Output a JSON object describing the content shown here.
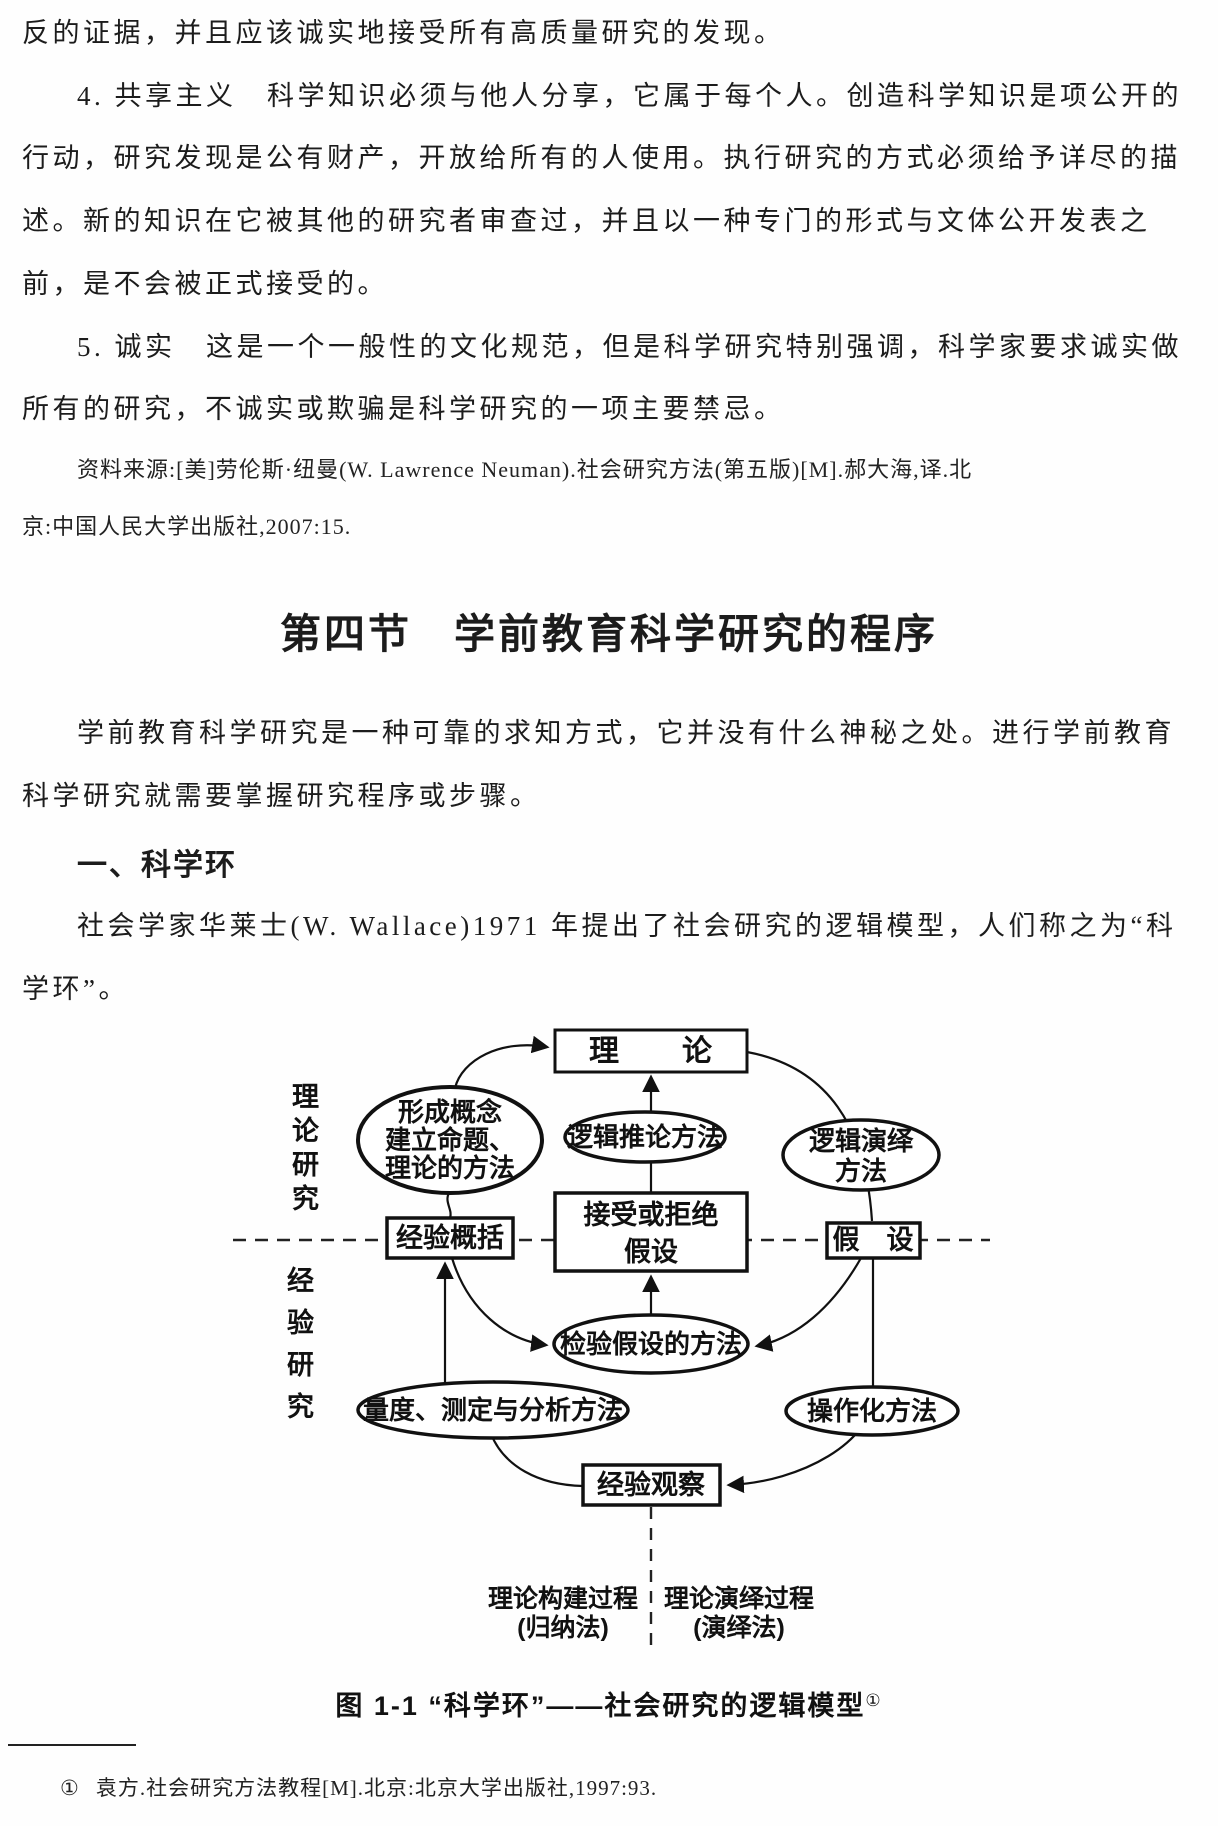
{
  "content": {
    "lines": [
      {
        "text": "反的证据，并且应该诚实地接受所有高质量研究的发现。"
      },
      {
        "text": "4. 共享主义　科学知识必须与他人分享，它属于每个人。创造科学知识是项公开的"
      },
      {
        "text": "行动，研究发现是公有财产，开放给所有的人使用。执行研究的方式必须给予详尽的描"
      },
      {
        "text": "述。新的知识在它被其他的研究者审查过，并且以一种专门的形式与文体公开发表之"
      },
      {
        "text": "前，是不会被正式接受的。"
      },
      {
        "text": "5. 诚实　这是一个一般性的文化规范，但是科学研究特别强调，科学家要求诚实做"
      },
      {
        "text": "所有的研究，不诚实或欺骗是科学研究的一项主要禁忌。"
      }
    ],
    "source_lines": [
      "资料来源:[美]劳伦斯·纽曼(W. Lawrence Neuman).社会研究方法(第五版)[M].郝大海,译.北",
      "京:中国人民大学出版社,2007:15."
    ],
    "section": {
      "number": "第四节",
      "title": "学前教育科学研究的程序"
    },
    "para2": [
      "学前教育科学研究是一种可靠的求知方式，它并没有什么神秘之处。进行学前教育",
      "科学研究就需要掌握研究程序或步骤。"
    ],
    "subsection": "一、科学环",
    "para3": [
      "社会学家华莱士(W. Wallace)1971 年提出了社会研究的逻辑模型，人们称之为“科",
      "学环”。"
    ]
  },
  "diagram": {
    "side_labels": {
      "theory": "理论研究",
      "empirical": "经验研究"
    },
    "nodes": {
      "theory": "理　　论",
      "concept_l1": "形成概念",
      "concept_l2": "建立命题、",
      "concept_l3": "理论的方法",
      "logic_inference": "逻辑推论方法",
      "logic_deduction_l1": "逻辑演绎",
      "logic_deduction_l2": "方法",
      "empirical_generalization": "经验概括",
      "accept_reject_l1": "接受或拒绝",
      "accept_reject_l2": "假设",
      "hypothesis": "假　设",
      "test_hypothesis": "检验假设的方法",
      "measurement": "量度、测定与分析方法",
      "operationalization": "操作化方法",
      "empirical_observation": "经验观察"
    },
    "process_labels": {
      "left_l1": "理论构建过程",
      "left_l2": "(归纳法)",
      "right_l1": "理论演绎过程",
      "right_l2": "(演绎法)"
    },
    "caption": {
      "figure": "图 1-1",
      "title": "“科学环”——社会研究的逻辑模型",
      "note_ref": "①"
    }
  },
  "footnote": {
    "marker": "①",
    "text": "袁方.社会研究方法教程[M].北京:北京大学出版社,1997:93."
  }
}
